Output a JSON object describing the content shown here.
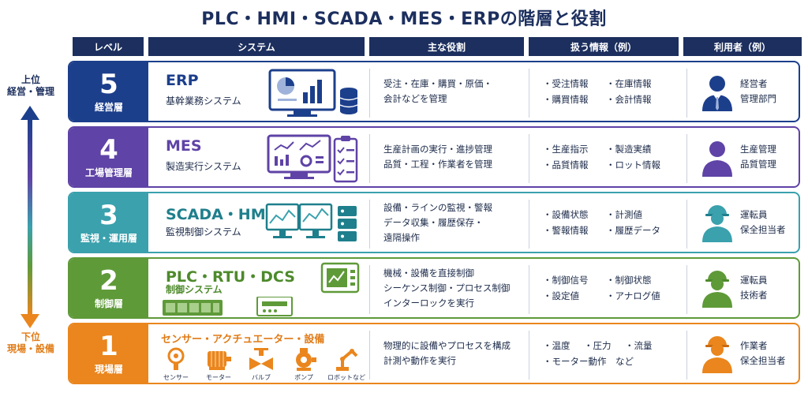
{
  "title": "PLC・HMI・SCADA・MES・ERPの階層と役割",
  "headers": [
    "レベル",
    "システム",
    "主な役割",
    "扱う情報（例）",
    "利用者（例）"
  ],
  "side": {
    "top_line1": "上位",
    "top_line2": "経営・管理",
    "bottom_line1": "下位",
    "bottom_line2": "現場・設備"
  },
  "rows": [
    {
      "num": "5",
      "level": "経営層",
      "system": "ERP",
      "subtitle": "基幹業務システム",
      "role": [
        "受注・在庫・購買・原価・",
        "会計などを管理"
      ],
      "info": [
        "受注情報",
        "在庫情報",
        "購買情報",
        "会計情報"
      ],
      "users": [
        "経営者",
        "管理部門"
      ],
      "icon": "monitor-database-icon",
      "user_icon": "businessman-icon"
    },
    {
      "num": "4",
      "level": "工場管理層",
      "system": "MES",
      "subtitle": "製造実行システム",
      "role": [
        "生産計画の実行・進捗管理",
        "品質・工程・作業者を管理"
      ],
      "info": [
        "生産指示",
        "製造実績",
        "品質情報",
        "ロット情報"
      ],
      "users": [
        "生産管理",
        "品質管理"
      ],
      "icon": "monitor-checklist-icon",
      "user_icon": "person-icon"
    },
    {
      "num": "3",
      "level": "監視・運用層",
      "system": "SCADA・HMI",
      "subtitle": "監視制御システム",
      "role": [
        "設備・ラインの監視・警報",
        "データ収集・履歴保存・",
        "遠隔操作"
      ],
      "info": [
        "設備状態",
        "計測値",
        "警報情報",
        "履歴データ"
      ],
      "users": [
        "運転員",
        "保全担当者"
      ],
      "icon": "dual-monitor-server-icon",
      "user_icon": "helmet-worker-icon"
    },
    {
      "num": "2",
      "level": "制御層",
      "system": "PLC・RTU・DCS",
      "subtitle": "制御システム",
      "role": [
        "機械・設備を直接制御",
        "シーケンス制御・プロセス制御",
        "インターロックを実行"
      ],
      "info": [
        "制御信号",
        "制御状態",
        "設定値",
        "アナログ値"
      ],
      "users": [
        "運転員",
        "技術者"
      ],
      "icon": "plc-modules-icon",
      "user_icon": "helmet-worker-icon"
    },
    {
      "num": "1",
      "level": "現場層",
      "system": "センサー・アクチュエーター・設備",
      "subtitle": "",
      "role": [
        "物理的に設備やプロセスを構成",
        "計測や動作を実行"
      ],
      "info": [
        "温度",
        "圧力",
        "流量",
        "モーター動作　など"
      ],
      "users": [
        "作業者",
        "保全担当者"
      ],
      "icon": "field-devices-icon",
      "user_icon": "helmet-worker-icon",
      "devices": [
        "センサー",
        "モーター",
        "バルブ",
        "ポンプ",
        "ロボットなど"
      ]
    }
  ],
  "colors": {
    "navy": "#1c3f8c",
    "purple": "#5f43a6",
    "teal": "#3aa1ad",
    "green": "#5f9a39",
    "orange": "#ea861d"
  }
}
